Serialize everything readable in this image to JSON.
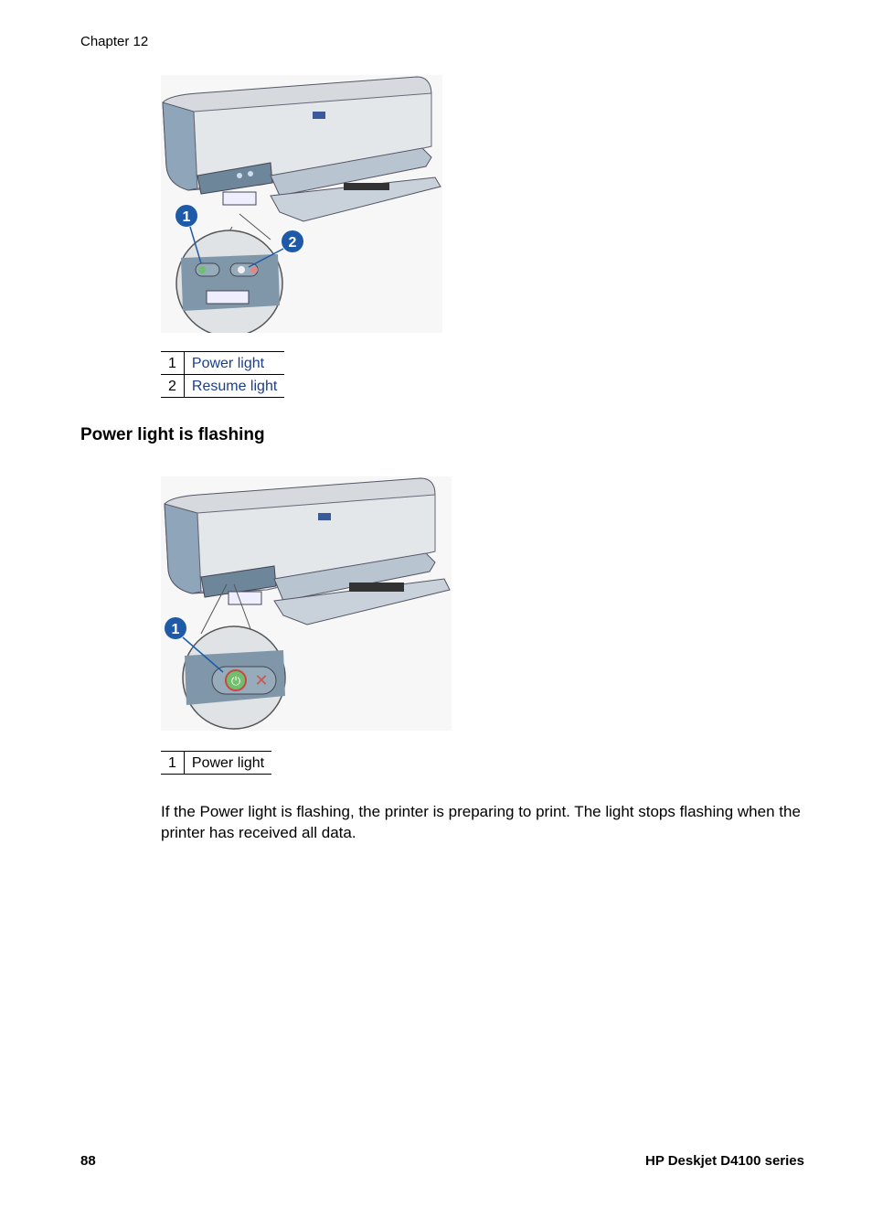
{
  "header": {
    "chapter": "Chapter 12"
  },
  "figure1": {
    "callouts": [
      "1",
      "2"
    ],
    "legend": [
      {
        "num": "1",
        "label": "Power light"
      },
      {
        "num": "2",
        "label": "Resume light"
      }
    ]
  },
  "section": {
    "heading": "Power light is flashing"
  },
  "figure2": {
    "callouts": [
      "1"
    ],
    "legend": [
      {
        "num": "1",
        "label": "Power light"
      }
    ]
  },
  "body": {
    "paragraph": "If the Power light is flashing, the printer is preparing to print. The light stops flashing when the printer has received all data."
  },
  "footer": {
    "page_number": "88",
    "product": "HP Deskjet D4100 series"
  },
  "colors": {
    "link": "#1a3e8c",
    "callout": "#1e5aa8",
    "printer_body": "#c9ced3",
    "printer_base": "#7d96ab"
  }
}
